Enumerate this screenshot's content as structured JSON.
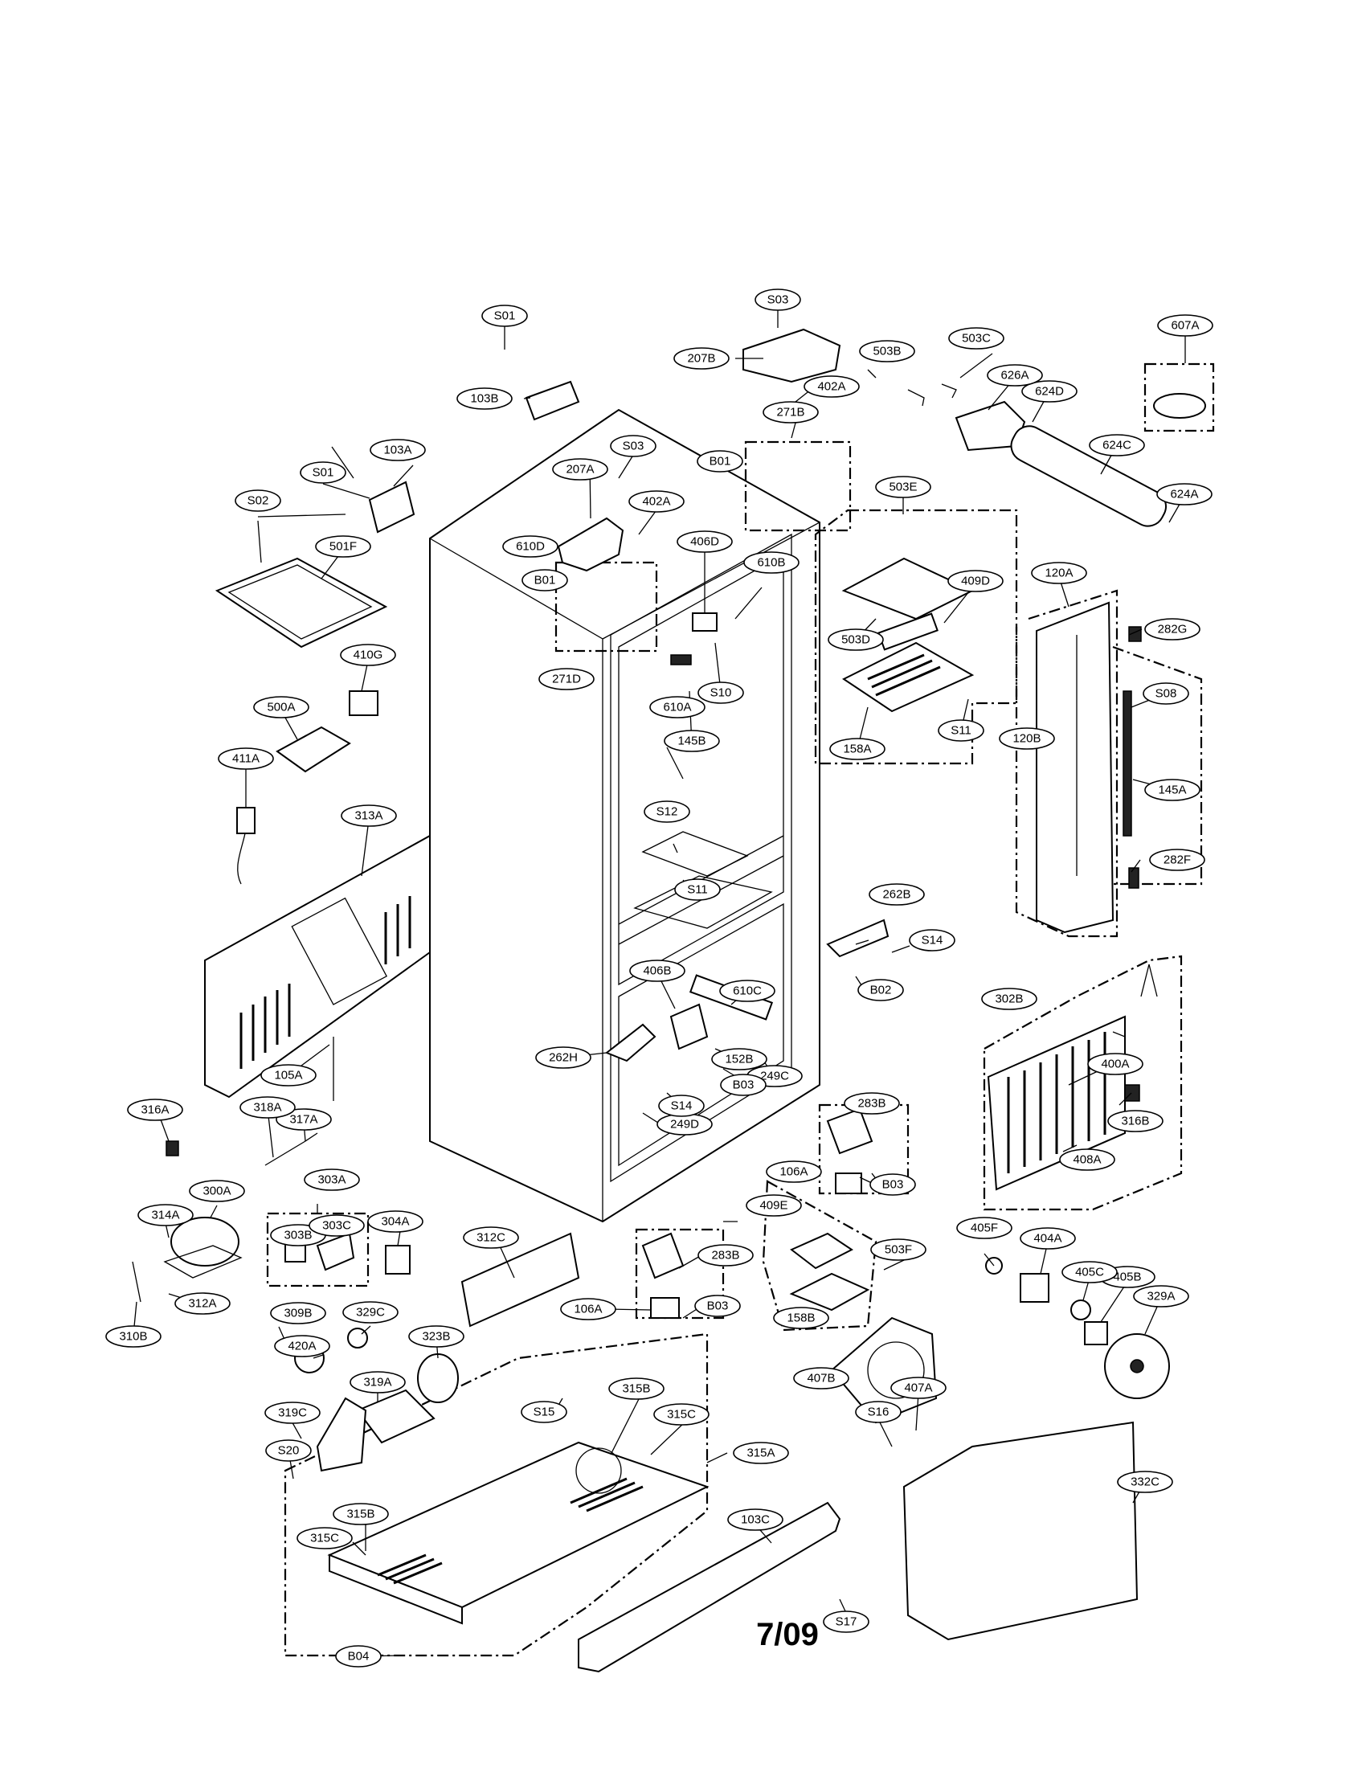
{
  "footer": {
    "date_code": "7/09"
  },
  "labels": [
    {
      "id": "S01",
      "text": "S01"
    },
    {
      "id": "S01b",
      "text": "S01"
    },
    {
      "id": "S02",
      "text": "S02"
    },
    {
      "id": "S03",
      "text": "S03"
    },
    {
      "id": "S03b",
      "text": "S03"
    },
    {
      "id": "103A",
      "text": "103A"
    },
    {
      "id": "103B",
      "text": "103B"
    },
    {
      "id": "103C",
      "text": "103C"
    },
    {
      "id": "106A",
      "text": "106A"
    },
    {
      "id": "106Ab",
      "text": "106A"
    },
    {
      "id": "105A",
      "text": "105A"
    },
    {
      "id": "120A",
      "text": "120A"
    },
    {
      "id": "120B",
      "text": "120B"
    },
    {
      "id": "145A",
      "text": "145A"
    },
    {
      "id": "145B",
      "text": "145B"
    },
    {
      "id": "152B",
      "text": "152B"
    },
    {
      "id": "158A",
      "text": "158A"
    },
    {
      "id": "158B",
      "text": "158B"
    },
    {
      "id": "207A",
      "text": "207A"
    },
    {
      "id": "207B",
      "text": "207B"
    },
    {
      "id": "249C",
      "text": "249C"
    },
    {
      "id": "249D",
      "text": "249D"
    },
    {
      "id": "262B",
      "text": "262B"
    },
    {
      "id": "262H",
      "text": "262H"
    },
    {
      "id": "271B",
      "text": "271B"
    },
    {
      "id": "271D",
      "text": "271D"
    },
    {
      "id": "282F",
      "text": "282F"
    },
    {
      "id": "282G",
      "text": "282G"
    },
    {
      "id": "283B",
      "text": "283B"
    },
    {
      "id": "283Bb",
      "text": "283B"
    },
    {
      "id": "300A",
      "text": "300A"
    },
    {
      "id": "302B",
      "text": "302B"
    },
    {
      "id": "303A",
      "text": "303A"
    },
    {
      "id": "303B",
      "text": "303B"
    },
    {
      "id": "303C",
      "text": "303C"
    },
    {
      "id": "304A",
      "text": "304A"
    },
    {
      "id": "309B",
      "text": "309B"
    },
    {
      "id": "310B",
      "text": "310B"
    },
    {
      "id": "312A",
      "text": "312A"
    },
    {
      "id": "312C",
      "text": "312C"
    },
    {
      "id": "313A",
      "text": "313A"
    },
    {
      "id": "314A",
      "text": "314A"
    },
    {
      "id": "315A",
      "text": "315A"
    },
    {
      "id": "315B",
      "text": "315B"
    },
    {
      "id": "315Bb",
      "text": "315B"
    },
    {
      "id": "315C",
      "text": "315C"
    },
    {
      "id": "315Cb",
      "text": "315C"
    },
    {
      "id": "316A",
      "text": "316A"
    },
    {
      "id": "316B",
      "text": "316B"
    },
    {
      "id": "317A",
      "text": "317A"
    },
    {
      "id": "318A",
      "text": "318A"
    },
    {
      "id": "319A",
      "text": "319A"
    },
    {
      "id": "319C",
      "text": "319C"
    },
    {
      "id": "323B",
      "text": "323B"
    },
    {
      "id": "329A",
      "text": "329A"
    },
    {
      "id": "329C",
      "text": "329C"
    },
    {
      "id": "332C",
      "text": "332C"
    },
    {
      "id": "400A",
      "text": "400A"
    },
    {
      "id": "402A",
      "text": "402A"
    },
    {
      "id": "402Ab",
      "text": "402A"
    },
    {
      "id": "404A",
      "text": "404A"
    },
    {
      "id": "405B",
      "text": "405B"
    },
    {
      "id": "405C",
      "text": "405C"
    },
    {
      "id": "405F",
      "text": "405F"
    },
    {
      "id": "406B",
      "text": "406B"
    },
    {
      "id": "406D",
      "text": "406D"
    },
    {
      "id": "407A",
      "text": "407A"
    },
    {
      "id": "407B",
      "text": "407B"
    },
    {
      "id": "408A",
      "text": "408A"
    },
    {
      "id": "409D",
      "text": "409D"
    },
    {
      "id": "409E",
      "text": "409E"
    },
    {
      "id": "410G",
      "text": "410G"
    },
    {
      "id": "411A",
      "text": "411A"
    },
    {
      "id": "420A",
      "text": "420A"
    },
    {
      "id": "500A",
      "text": "500A"
    },
    {
      "id": "501F",
      "text": "501F"
    },
    {
      "id": "503B",
      "text": "503B"
    },
    {
      "id": "503C",
      "text": "503C"
    },
    {
      "id": "503D",
      "text": "503D"
    },
    {
      "id": "503E",
      "text": "503E"
    },
    {
      "id": "503F",
      "text": "503F"
    },
    {
      "id": "607A",
      "text": "607A"
    },
    {
      "id": "610A",
      "text": "610A"
    },
    {
      "id": "610B",
      "text": "610B"
    },
    {
      "id": "610C",
      "text": "610C"
    },
    {
      "id": "610D",
      "text": "610D"
    },
    {
      "id": "624A",
      "text": "624A"
    },
    {
      "id": "624C",
      "text": "624C"
    },
    {
      "id": "624D",
      "text": "624D"
    },
    {
      "id": "626A",
      "text": "626A"
    },
    {
      "id": "B01",
      "text": "B01"
    },
    {
      "id": "B01b",
      "text": "B01"
    },
    {
      "id": "B02",
      "text": "B02"
    },
    {
      "id": "B03",
      "text": "B03"
    },
    {
      "id": "B03b",
      "text": "B03"
    },
    {
      "id": "B03c",
      "text": "B03"
    },
    {
      "id": "B04",
      "text": "B04"
    },
    {
      "id": "S08",
      "text": "S08"
    },
    {
      "id": "S10",
      "text": "S10"
    },
    {
      "id": "S11",
      "text": "S11"
    },
    {
      "id": "S11b",
      "text": "S11"
    },
    {
      "id": "S12",
      "text": "S12"
    },
    {
      "id": "S14",
      "text": "S14"
    },
    {
      "id": "S14b",
      "text": "S14"
    },
    {
      "id": "S15",
      "text": "S15"
    },
    {
      "id": "S16",
      "text": "S16"
    },
    {
      "id": "S17",
      "text": "S17"
    },
    {
      "id": "S20",
      "text": "S20"
    }
  ]
}
